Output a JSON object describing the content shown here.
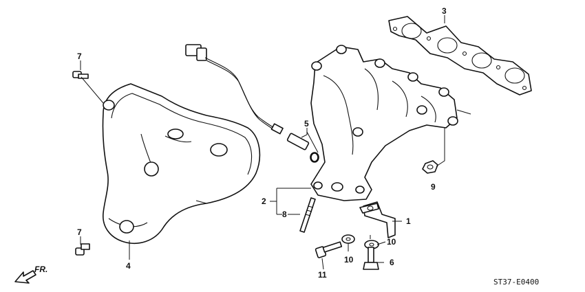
{
  "callouts": {
    "c1": "1",
    "c2": "2",
    "c3": "3",
    "c4": "4",
    "c5": "5",
    "c6": "6",
    "c7_top": "7",
    "c7_bottom": "7",
    "c8": "8",
    "c9": "9",
    "c10_left": "10",
    "c10_right": "10",
    "c11": "11"
  },
  "direction_label": "FR.",
  "diagram_code": "ST37-E0400"
}
